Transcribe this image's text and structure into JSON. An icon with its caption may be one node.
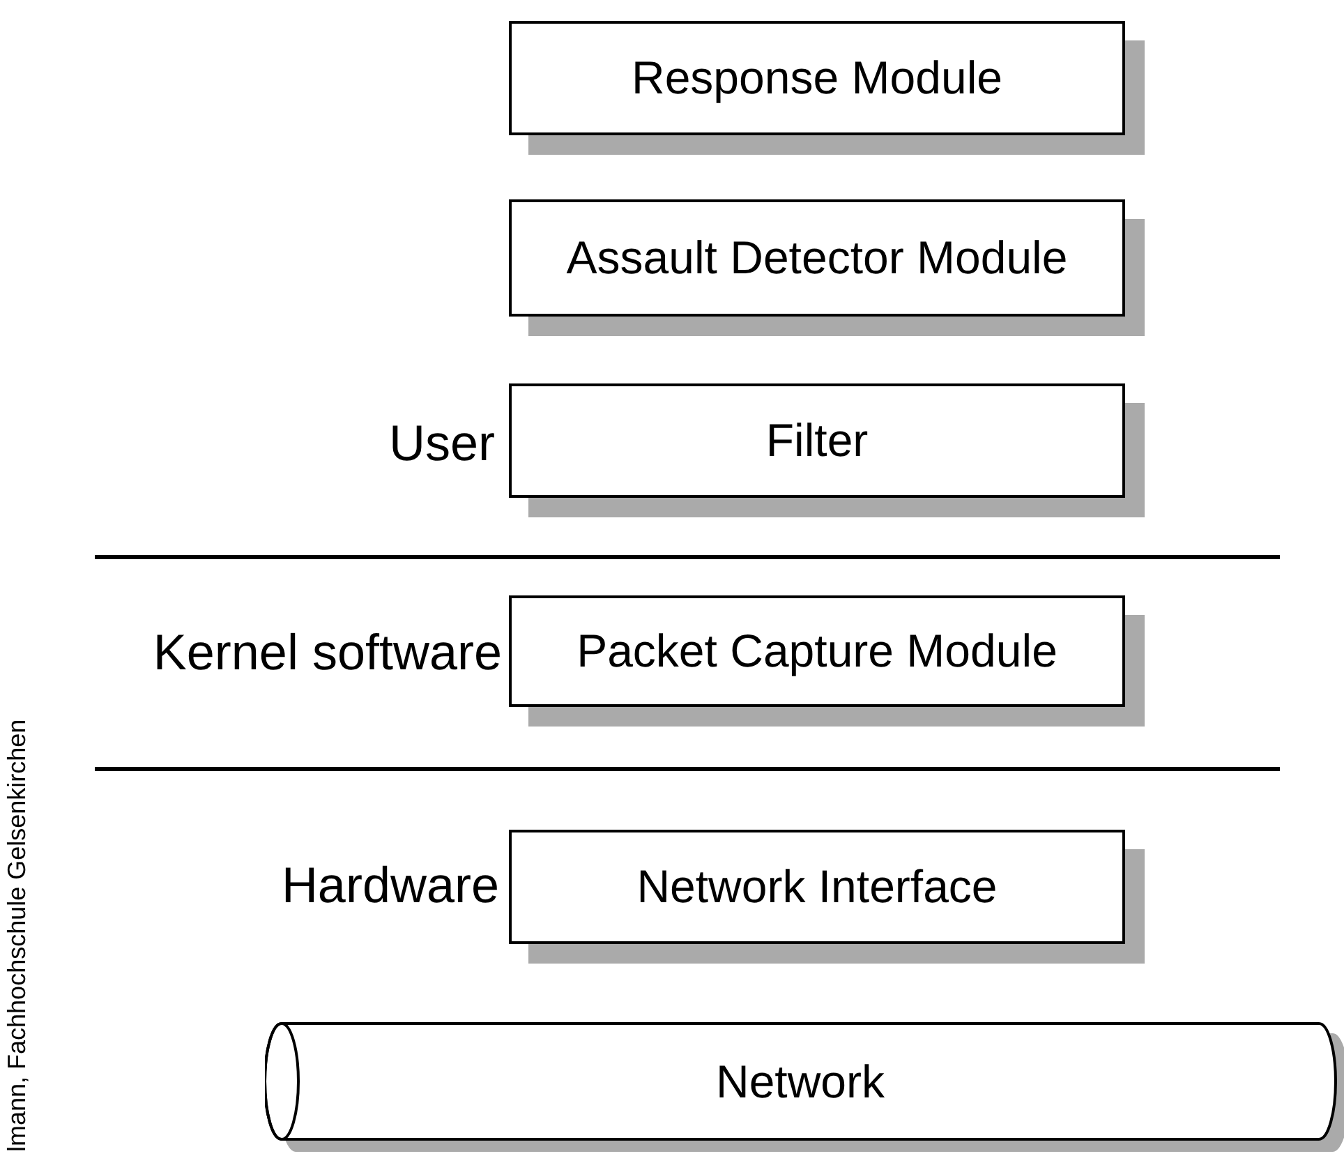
{
  "diagram": {
    "nodes": [
      {
        "text": [
          "Response Module"
        ]
      },
      {
        "text": [
          "Assault Detector Module"
        ]
      },
      {
        "text": [
          "Filter"
        ]
      },
      {
        "text": [
          "Packet Capture Module"
        ]
      },
      {
        "text": [
          "Network Interface"
        ]
      },
      {
        "text": [
          "Network"
        ]
      }
    ],
    "labels": [
      "User",
      "Kernel software",
      "Hardware",
      "lmann, Fachhochschule Gelsenkirchen"
    ]
  }
}
